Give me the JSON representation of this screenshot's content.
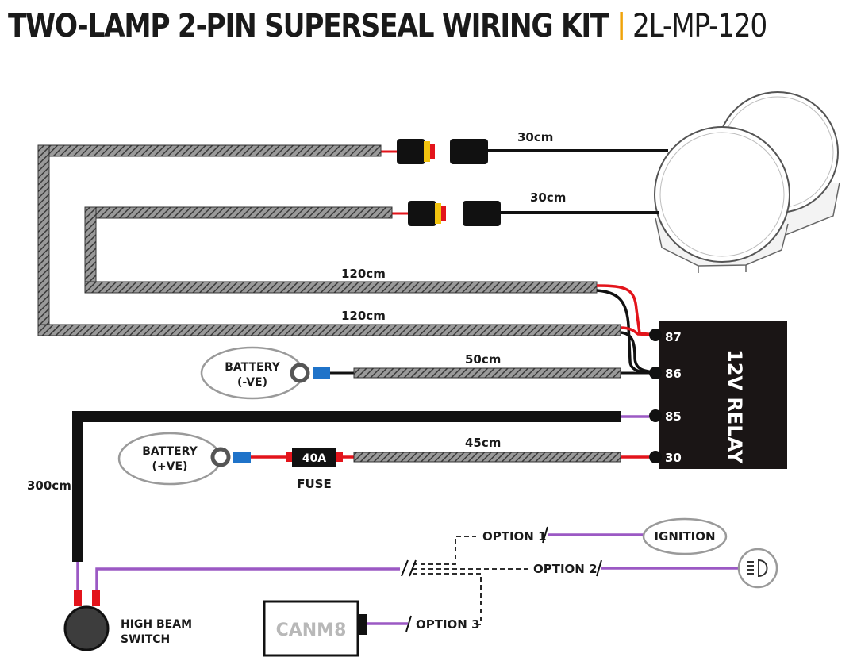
{
  "title": {
    "main": "TWO-LAMP 2-PIN SUPERSEAL WIRING KIT",
    "code": "2L-MP-120"
  },
  "wires": {
    "lamp1_len": "30cm",
    "lamp2_len": "30cm",
    "harness_inner_len": "120cm",
    "harness_outer_len": "120cm",
    "negative_len": "50cm",
    "positive_len": "45cm",
    "switch_len": "300cm"
  },
  "relay": {
    "label": "12V RELAY",
    "pin87": "87",
    "pin86": "86",
    "pin85": "85",
    "pin30": "30"
  },
  "battery_neg": {
    "line1": "BATTERY",
    "line2": "(-VE)"
  },
  "battery_pos": {
    "line1": "BATTERY",
    "line2": "(+VE)"
  },
  "fuse": {
    "rating": "40A",
    "label": "FUSE"
  },
  "options": {
    "option1": "OPTION 1",
    "option2": "OPTION 2",
    "option3": "OPTION 3",
    "ignition": "IGNITION"
  },
  "canm8": "CANM8",
  "switch": {
    "line1": "HIGH BEAM",
    "line2": "SWITCH"
  },
  "colors": {
    "accent": "#f0a30a",
    "wire_red": "#e3141b",
    "wire_purple": "#9b59c4",
    "relay_body": "#1a1515",
    "connector_yellow": "#f2c30f",
    "terminal_blue": "#1f73c9"
  }
}
